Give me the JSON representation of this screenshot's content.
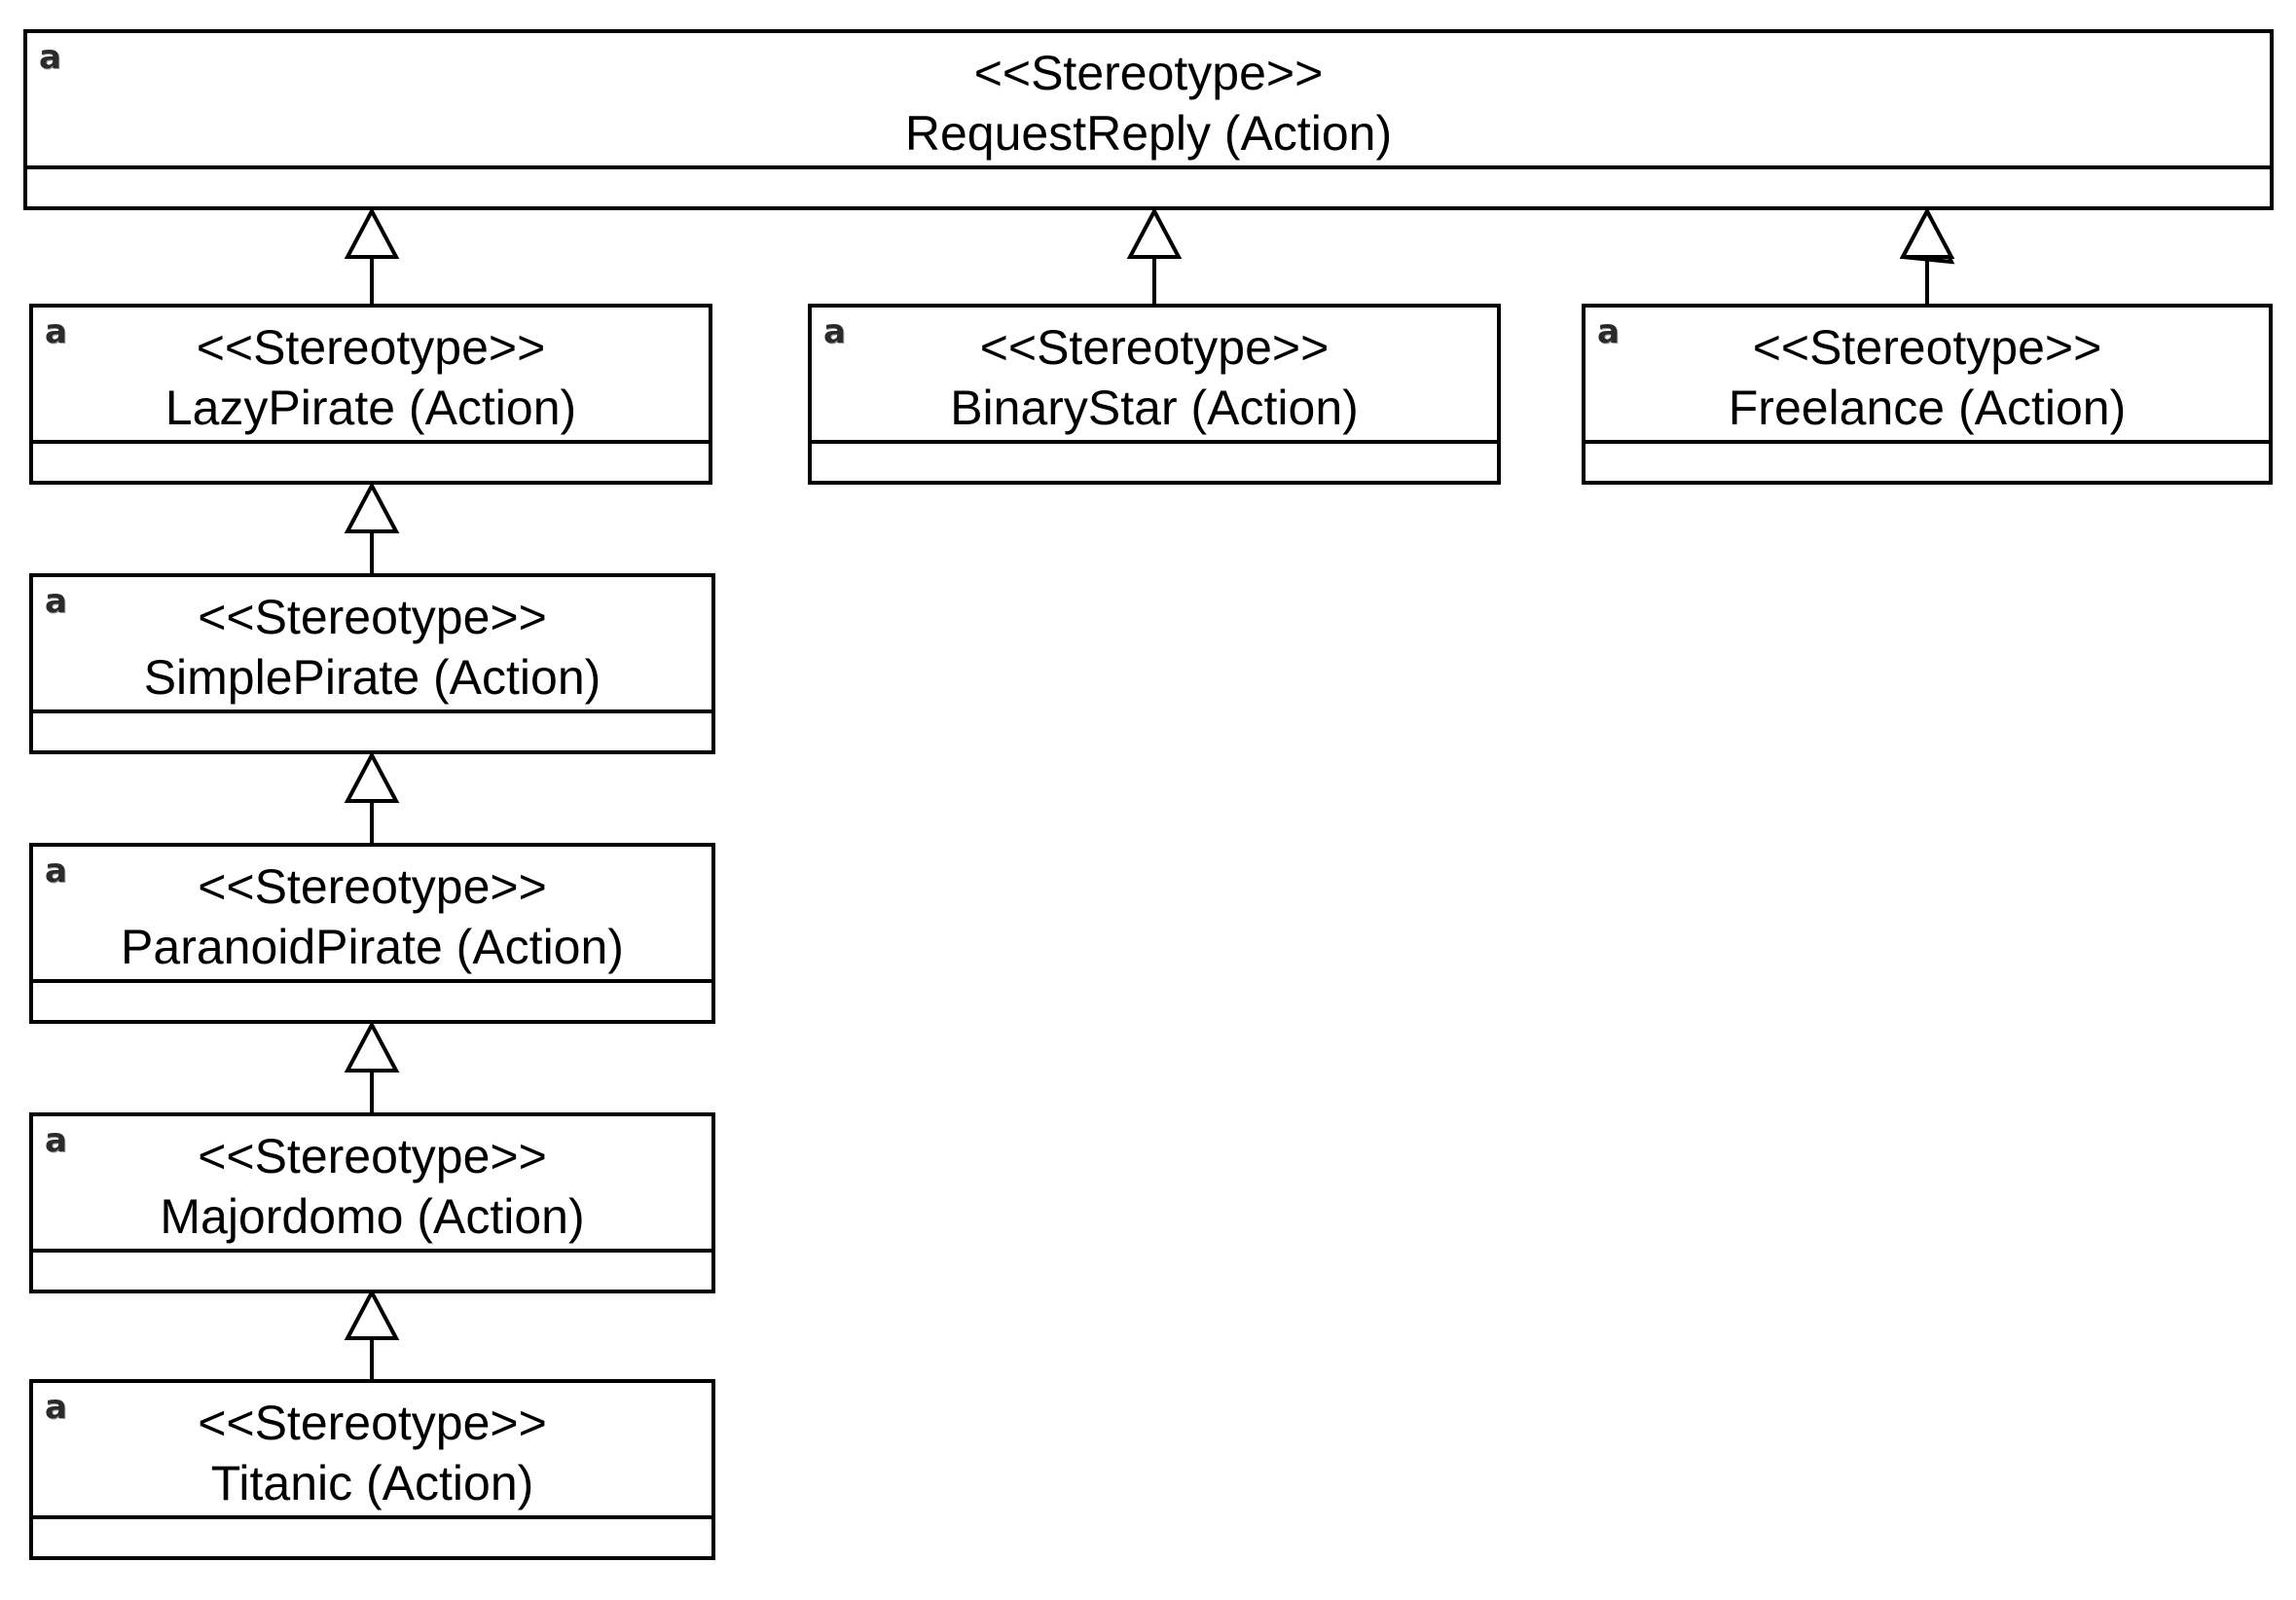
{
  "diagram": {
    "type": "uml-class-diagram",
    "icon_glyph": "a",
    "stereotype_label": "<<Stereotype>>",
    "nodes": [
      {
        "id": "requestreply",
        "line1": "<<Stereotype>>",
        "line2": "RequestReply (Action)"
      },
      {
        "id": "lazypirate",
        "line1": "<<Stereotype>>",
        "line2": "LazyPirate (Action)"
      },
      {
        "id": "binarystar",
        "line1": "<<Stereotype>>",
        "line2": "BinaryStar (Action)"
      },
      {
        "id": "freelance",
        "line1": "<<Stereotype>>",
        "line2": "Freelance (Action)"
      },
      {
        "id": "simplepirate",
        "line1": "<<Stereotype>>",
        "line2": "SimplePirate (Action)"
      },
      {
        "id": "paranoidpirate",
        "line1": "<<Stereotype>>",
        "line2": "ParanoidPirate (Action)"
      },
      {
        "id": "majordomo",
        "line1": "<<Stereotype>>",
        "line2": "Majordomo (Action)"
      },
      {
        "id": "titanic",
        "line1": "<<Stereotype>>",
        "line2": "Titanic (Action)"
      }
    ],
    "edges": [
      {
        "from": "LazyPirate (Action)",
        "to": "RequestReply (Action)",
        "type": "generalization"
      },
      {
        "from": "BinaryStar (Action)",
        "to": "RequestReply (Action)",
        "type": "generalization"
      },
      {
        "from": "Freelance (Action)",
        "to": "RequestReply (Action)",
        "type": "generalization"
      },
      {
        "from": "SimplePirate (Action)",
        "to": "LazyPirate (Action)",
        "type": "generalization"
      },
      {
        "from": "ParanoidPirate (Action)",
        "to": "SimplePirate (Action)",
        "type": "generalization"
      },
      {
        "from": "Majordomo (Action)",
        "to": "ParanoidPirate (Action)",
        "type": "generalization"
      },
      {
        "from": "Titanic (Action)",
        "to": "Majordomo (Action)",
        "type": "generalization"
      }
    ],
    "colors": {
      "border": "#000000",
      "fill": "#ffffff",
      "text": "#000000",
      "background": "#ffffff",
      "icon": "#2a2a2a"
    }
  }
}
